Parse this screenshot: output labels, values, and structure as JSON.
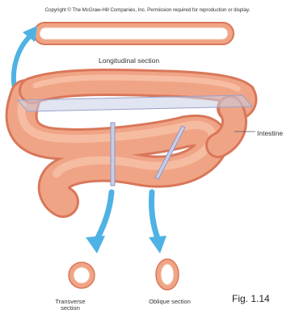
{
  "copyright": "Copyright © The McGraw-Hill Companies, Inc. Permission required for reproduction or display.",
  "labels": {
    "longitudinal": "Longitudinal section",
    "intestine": "Intestine",
    "transverse": "Transverse section",
    "oblique": "Oblique section"
  },
  "figure_label": "Fig. 1.14",
  "colors": {
    "tissue": "#f0a486",
    "tissue_dark": "#d9775a",
    "tissue_light": "#f8c2a8",
    "arrow": "#4fb2e4",
    "plane": "#c8cde6"
  }
}
